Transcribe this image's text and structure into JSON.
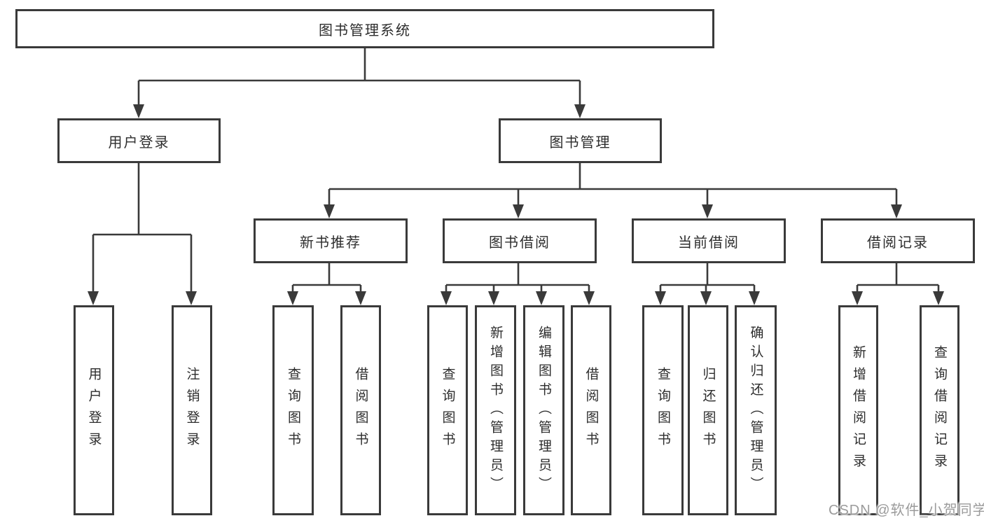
{
  "nodes": {
    "root": {
      "label": "图书管理系统"
    },
    "level2": [
      {
        "label": "用户登录"
      },
      {
        "label": "图书管理"
      }
    ],
    "level3": [
      {
        "label": "新书推荐"
      },
      {
        "label": "图书借阅"
      },
      {
        "label": "当前借阅"
      },
      {
        "label": "借阅记录"
      }
    ],
    "leaves": [
      {
        "label": "用户登录"
      },
      {
        "label": "注销登录"
      },
      {
        "label": "查询图书"
      },
      {
        "label": "借阅图书"
      },
      {
        "label": "查询图书"
      },
      {
        "label": "新增图书（管理员）"
      },
      {
        "label": "编辑图书（管理员）"
      },
      {
        "label": "借阅图书"
      },
      {
        "label": "查询图书"
      },
      {
        "label": "归还图书"
      },
      {
        "label": "确认归还（管理员）"
      },
      {
        "label": "新增借阅记录"
      },
      {
        "label": "查询借阅记录"
      }
    ]
  },
  "watermark": {
    "text": "CSDN @软件_小贺同学"
  },
  "colors": {
    "line": "#3a3a3a",
    "text": "#2d2d2d",
    "background": "#ffffff",
    "watermark": "#9b9b9b"
  }
}
